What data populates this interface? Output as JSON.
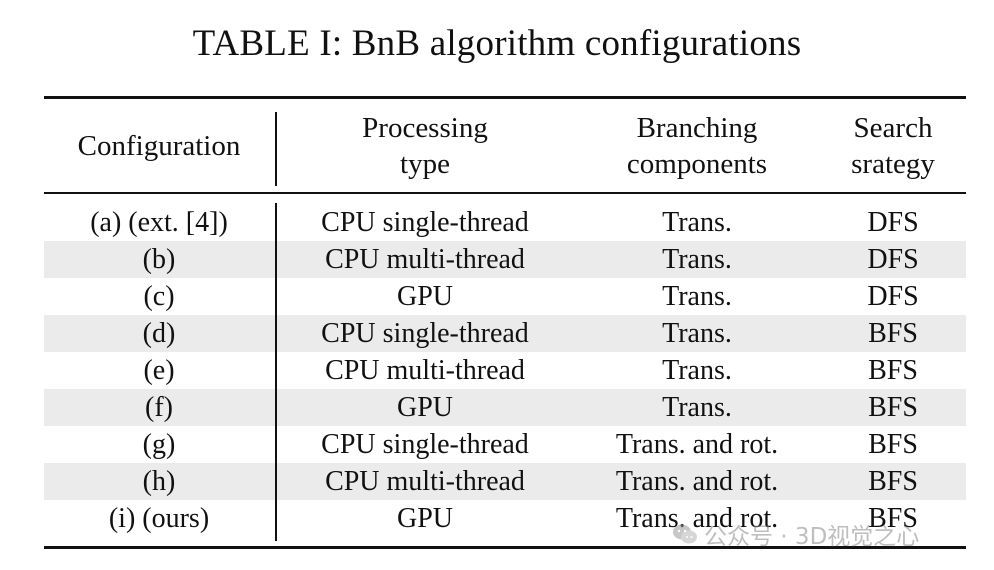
{
  "table": {
    "title": "TABLE I: BnB algorithm configurations",
    "headers": {
      "configuration": "Configuration",
      "processing_line1": "Processing",
      "processing_line2": "type",
      "branching_line1": "Branching",
      "branching_line2": "components",
      "search_line1": "Search",
      "search_line2": "srategy"
    },
    "rows": [
      {
        "configuration": "(a) (ext. [4])",
        "processing": "CPU single-thread",
        "branching": "Trans.",
        "search": "DFS"
      },
      {
        "configuration": "(b)",
        "processing": "CPU multi-thread",
        "branching": "Trans.",
        "search": "DFS"
      },
      {
        "configuration": "(c)",
        "processing": "GPU",
        "branching": "Trans.",
        "search": "DFS"
      },
      {
        "configuration": "(d)",
        "processing": "CPU single-thread",
        "branching": "Trans.",
        "search": "BFS"
      },
      {
        "configuration": "(e)",
        "processing": "CPU multi-thread",
        "branching": "Trans.",
        "search": "BFS"
      },
      {
        "configuration": "(f)",
        "processing": "GPU",
        "branching": "Trans.",
        "search": "BFS"
      },
      {
        "configuration": "(g)",
        "processing": "CPU single-thread",
        "branching": "Trans. and rot.",
        "search": "BFS"
      },
      {
        "configuration": "(h)",
        "processing": "CPU multi-thread",
        "branching": "Trans. and rot.",
        "search": "BFS"
      },
      {
        "configuration": "(i) (ours)",
        "processing": "GPU",
        "branching": "Trans. and rot.",
        "search": "BFS"
      }
    ]
  },
  "watermark": {
    "text": "公众号 · 3D视觉之心",
    "icon": "wechat-icon"
  },
  "colors": {
    "text": "#111111",
    "row_shade": "#ebebeb",
    "watermark": "#8a8a8a"
  }
}
